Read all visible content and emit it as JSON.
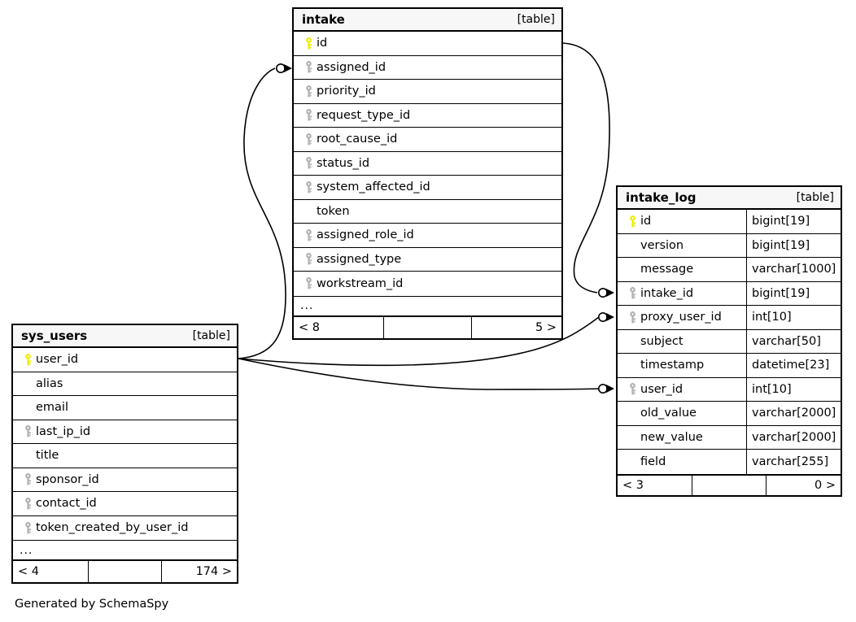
{
  "diagram": {
    "footnote": "Generated by SchemaSpy",
    "table_kind_label": "[table]",
    "ellipsis": "...",
    "colors": {
      "primary_key": "#eded00",
      "foreign_key": "#b0b0b0",
      "border": "#000000",
      "header_bg": "#f7f7f7",
      "background": "#ffffff"
    }
  },
  "tables": [
    {
      "id": "intake",
      "name": "intake",
      "kind": "[table]",
      "show_types": false,
      "columns": [
        {
          "name": "id",
          "key": "primary"
        },
        {
          "name": "assigned_id",
          "key": "foreign"
        },
        {
          "name": "priority_id",
          "key": "foreign"
        },
        {
          "name": "request_type_id",
          "key": "foreign"
        },
        {
          "name": "root_cause_id",
          "key": "foreign"
        },
        {
          "name": "status_id",
          "key": "foreign"
        },
        {
          "name": "system_affected_id",
          "key": "foreign"
        },
        {
          "name": "token",
          "key": "none"
        },
        {
          "name": "assigned_role_id",
          "key": "foreign"
        },
        {
          "name": "assigned_type",
          "key": "foreign"
        },
        {
          "name": "workstream_id",
          "key": "foreign"
        }
      ],
      "has_more": true,
      "footer": {
        "left": "< 8",
        "middle": "",
        "right": "5 >"
      }
    },
    {
      "id": "intake_log",
      "name": "intake_log",
      "kind": "[table]",
      "show_types": true,
      "columns": [
        {
          "name": "id",
          "key": "primary",
          "type": "bigint[19]"
        },
        {
          "name": "version",
          "key": "none",
          "type": "bigint[19]"
        },
        {
          "name": "message",
          "key": "none",
          "type": "varchar[1000]"
        },
        {
          "name": "intake_id",
          "key": "foreign",
          "type": "bigint[19]"
        },
        {
          "name": "proxy_user_id",
          "key": "foreign",
          "type": "int[10]"
        },
        {
          "name": "subject",
          "key": "none",
          "type": "varchar[50]"
        },
        {
          "name": "timestamp",
          "key": "none",
          "type": "datetime[23]"
        },
        {
          "name": "user_id",
          "key": "foreign",
          "type": "int[10]"
        },
        {
          "name": "old_value",
          "key": "none",
          "type": "varchar[2000]"
        },
        {
          "name": "new_value",
          "key": "none",
          "type": "varchar[2000]"
        },
        {
          "name": "field",
          "key": "none",
          "type": "varchar[255]"
        }
      ],
      "has_more": false,
      "footer": {
        "left": "< 3",
        "middle": "",
        "right": "0 >"
      }
    },
    {
      "id": "sys_users",
      "name": "sys_users",
      "kind": "[table]",
      "show_types": false,
      "columns": [
        {
          "name": "user_id",
          "key": "primary"
        },
        {
          "name": "alias",
          "key": "none"
        },
        {
          "name": "email",
          "key": "none"
        },
        {
          "name": "last_ip_id",
          "key": "foreign"
        },
        {
          "name": "title",
          "key": "none"
        },
        {
          "name": "sponsor_id",
          "key": "foreign"
        },
        {
          "name": "contact_id",
          "key": "foreign"
        },
        {
          "name": "token_created_by_user_id",
          "key": "foreign"
        }
      ],
      "has_more": true,
      "footer": {
        "left": "< 4",
        "middle": "",
        "right": "174 >"
      }
    }
  ],
  "relationships": [
    {
      "id": "intake-id-to-intake_log-intake_id",
      "from_table": "intake",
      "from_column": "id",
      "to_table": "intake_log",
      "to_column": "intake_id",
      "cardinality": "zero-or-many"
    },
    {
      "id": "sys_users-user_id-to-intake-assigned_id",
      "from_table": "sys_users",
      "from_column": "user_id",
      "to_table": "intake",
      "to_column": "assigned_id",
      "cardinality": "zero-or-many"
    },
    {
      "id": "sys_users-user_id-to-intake_log-proxy_user_id",
      "from_table": "sys_users",
      "from_column": "user_id",
      "to_table": "intake_log",
      "to_column": "proxy_user_id",
      "cardinality": "zero-or-many"
    },
    {
      "id": "sys_users-user_id-to-intake_log-user_id",
      "from_table": "sys_users",
      "from_column": "user_id",
      "to_table": "intake_log",
      "to_column": "user_id",
      "cardinality": "zero-or-many"
    }
  ]
}
